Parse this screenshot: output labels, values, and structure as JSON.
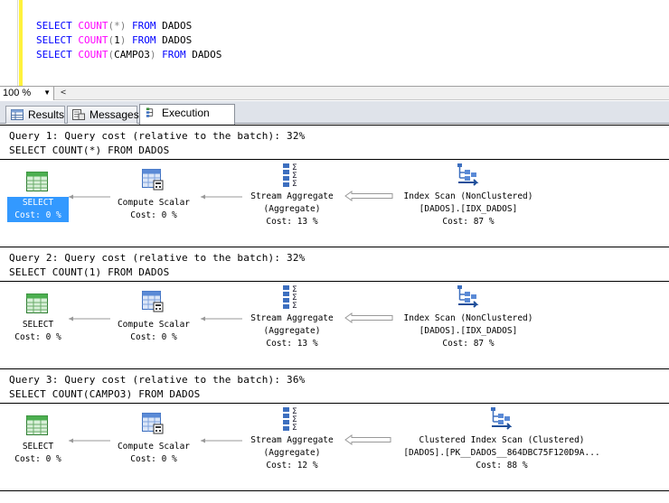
{
  "editor": {
    "lines": [
      {
        "kw1": "SELECT",
        "fn": "COUNT",
        "open": "(",
        "arg": "*",
        "close": ")",
        "kw2": "FROM",
        "table": "DADOS"
      },
      {
        "kw1": "SELECT",
        "fn": "COUNT",
        "open": "(",
        "arg": "1",
        "close": ")",
        "kw2": "FROM",
        "table": "DADOS"
      },
      {
        "kw1": "SELECT",
        "fn": "COUNT",
        "open": "(",
        "arg": "CAMPO3",
        "close": ")",
        "kw2": "FROM",
        "table": "DADOS"
      }
    ]
  },
  "zoom": {
    "value": "100 %",
    "scroll_glyph": "<"
  },
  "tabs": [
    {
      "label": "Results"
    },
    {
      "label": "Messages"
    },
    {
      "label": "Execution plan"
    }
  ],
  "queries": [
    {
      "title": "Query 1: Query cost (relative to the batch): 32%",
      "sql": "SELECT COUNT(*) FROM DADOS",
      "select": {
        "name": "SELECT",
        "cost": "Cost: 0 %"
      },
      "compute": {
        "name": "Compute Scalar",
        "cost": "Cost: 0 %"
      },
      "stream": {
        "name": "Stream Aggregate",
        "sub": "(Aggregate)",
        "cost": "Cost: 13 %"
      },
      "scan": {
        "name": "Index Scan (NonClustered)",
        "sub": "[DADOS].[IDX_DADOS]",
        "cost": "Cost: 87 %"
      }
    },
    {
      "title": "Query 2: Query cost (relative to the batch): 32%",
      "sql": "SELECT COUNT(1) FROM DADOS",
      "select": {
        "name": "SELECT",
        "cost": "Cost: 0 %"
      },
      "compute": {
        "name": "Compute Scalar",
        "cost": "Cost: 0 %"
      },
      "stream": {
        "name": "Stream Aggregate",
        "sub": "(Aggregate)",
        "cost": "Cost: 13 %"
      },
      "scan": {
        "name": "Index Scan (NonClustered)",
        "sub": "[DADOS].[IDX_DADOS]",
        "cost": "Cost: 87 %"
      }
    },
    {
      "title": "Query 3: Query cost (relative to the batch): 36%",
      "sql": "SELECT COUNT(CAMPO3) FROM DADOS",
      "select": {
        "name": "SELECT",
        "cost": "Cost: 0 %"
      },
      "compute": {
        "name": "Compute Scalar",
        "cost": "Cost: 0 %"
      },
      "stream": {
        "name": "Stream Aggregate",
        "sub": "(Aggregate)",
        "cost": "Cost: 12 %"
      },
      "scan": {
        "name": "Clustered Index Scan (Clustered)",
        "sub": "[DADOS].[PK__DADOS__864DBC75F120D9A...",
        "cost": "Cost: 88 %"
      }
    }
  ],
  "colors": {
    "keyword": "#0000ff",
    "function": "#ff00ff",
    "selection": "#3399ff",
    "margin": "#fff23c"
  },
  "icons": [
    "select-icon",
    "compute-scalar-icon",
    "stream-aggregate-icon",
    "index-scan-icon",
    "clustered-index-scan-icon",
    "results-grid-icon",
    "messages-icon",
    "execution-plan-icon"
  ]
}
